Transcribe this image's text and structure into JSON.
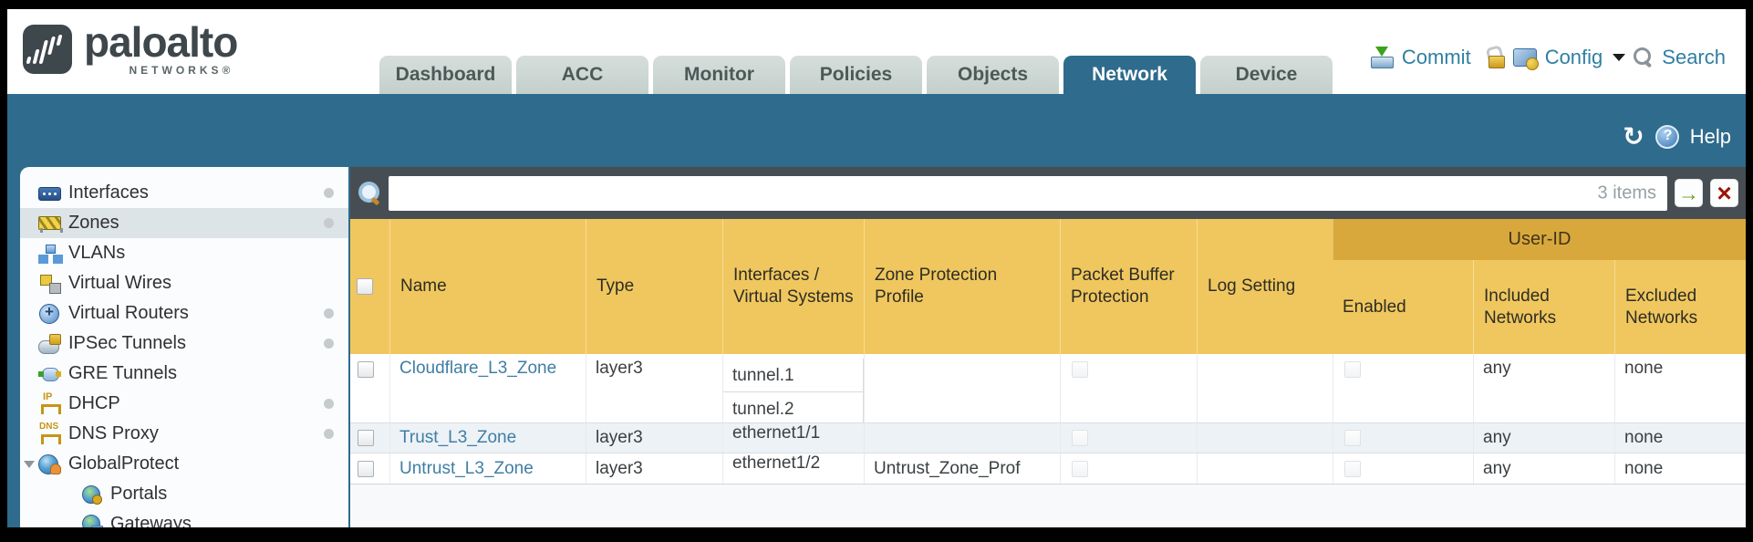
{
  "header": {
    "logo": {
      "brand": "paloalto",
      "sub": "NETWORKS®"
    },
    "tabs": [
      {
        "label": "Dashboard",
        "active": false
      },
      {
        "label": "ACC",
        "active": false
      },
      {
        "label": "Monitor",
        "active": false
      },
      {
        "label": "Policies",
        "active": false
      },
      {
        "label": "Objects",
        "active": false
      },
      {
        "label": "Network",
        "active": true
      },
      {
        "label": "Device",
        "active": false
      }
    ],
    "actions": {
      "commit_label": "Commit",
      "config_label": "Config",
      "search_label": "Search"
    }
  },
  "band": {
    "help_label": "Help"
  },
  "sidebar": {
    "items": [
      {
        "label": "Interfaces",
        "icon": "interfaces-icon",
        "dot": true
      },
      {
        "label": "Zones",
        "icon": "zones-icon",
        "dot": true,
        "selected": true
      },
      {
        "label": "VLANs",
        "icon": "vlans-icon"
      },
      {
        "label": "Virtual Wires",
        "icon": "virtual-wires-icon"
      },
      {
        "label": "Virtual Routers",
        "icon": "virtual-routers-icon",
        "dot": true
      },
      {
        "label": "IPSec Tunnels",
        "icon": "ipsec-tunnels-icon",
        "dot": true
      },
      {
        "label": "GRE Tunnels",
        "icon": "gre-tunnels-icon"
      },
      {
        "label": "DHCP",
        "icon": "dhcp-icon",
        "dot": true
      },
      {
        "label": "DNS Proxy",
        "icon": "dns-proxy-icon",
        "dot": true
      },
      {
        "label": "GlobalProtect",
        "icon": "globalprotect-icon",
        "expander": true
      },
      {
        "label": "Portals",
        "icon": "portals-icon",
        "indent": true
      },
      {
        "label": "Gateways",
        "icon": "gateways-icon",
        "indent": true
      }
    ]
  },
  "filter": {
    "input_value": "",
    "count_label": "3 items"
  },
  "table": {
    "group_header": "User-ID",
    "columns": [
      "Name",
      "Type",
      "Interfaces / Virtual Systems",
      "Zone Protection Profile",
      "Packet Buffer Protection",
      "Log Setting",
      "Enabled",
      "Included Networks",
      "Excluded Networks"
    ],
    "rows": [
      {
        "name": "Cloudflare_L3_Zone",
        "type": "layer3",
        "interfaces": [
          "tunnel.1",
          "tunnel.2"
        ],
        "zone_protection_profile": "",
        "packet_buffer_protection_checked": false,
        "log_setting": "",
        "user_id_enabled_checked": false,
        "included_networks": "any",
        "excluded_networks": "none"
      },
      {
        "name": "Trust_L3_Zone",
        "type": "layer3",
        "interfaces": [
          "ethernet1/1"
        ],
        "zone_protection_profile": "",
        "packet_buffer_protection_checked": false,
        "log_setting": "",
        "user_id_enabled_checked": false,
        "included_networks": "any",
        "excluded_networks": "none"
      },
      {
        "name": "Untrust_L3_Zone",
        "type": "layer3",
        "interfaces": [
          "ethernet1/2"
        ],
        "zone_protection_profile": "Untrust_Zone_Prof",
        "packet_buffer_protection_checked": false,
        "log_setting": "",
        "user_id_enabled_checked": false,
        "included_networks": "any",
        "excluded_networks": "none"
      }
    ]
  },
  "colors": {
    "accent_teal": "#2e6b8c",
    "tab_inactive": "#ccd6d3",
    "table_header_orange": "#f0c75e",
    "group_header_orange": "#d9a83c",
    "toolbar_dark": "#474e53",
    "link_blue": "#3f7ea4",
    "alt_row": "#edf2f6"
  }
}
